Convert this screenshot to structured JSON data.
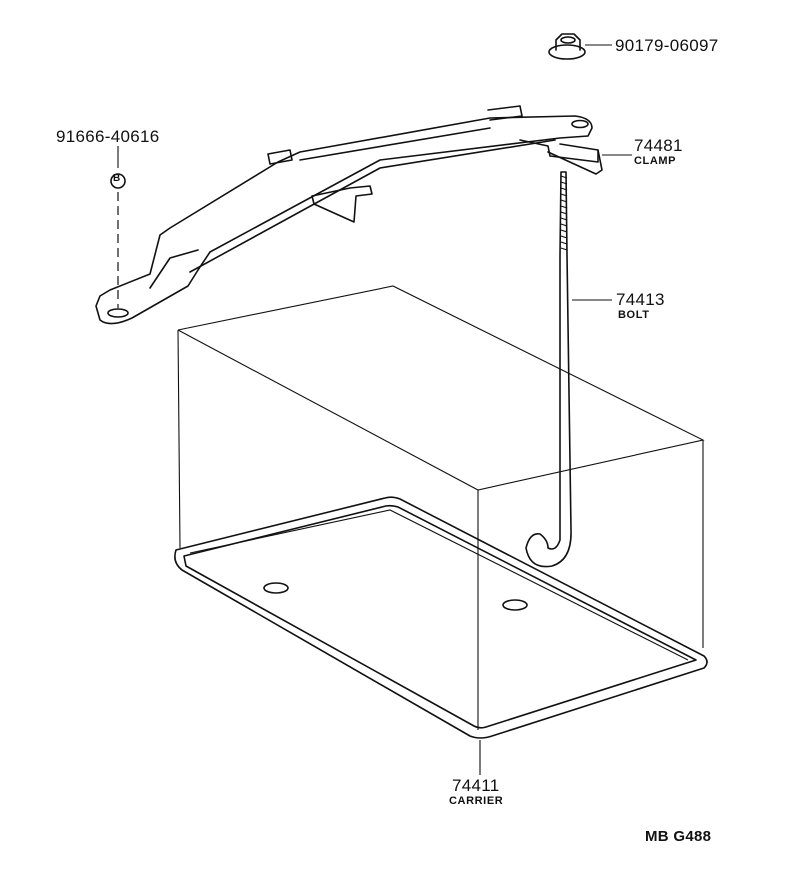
{
  "parts": {
    "nut": {
      "number": "90179-06097"
    },
    "bolt_b": {
      "number": "91666-40616",
      "symbol": "B"
    },
    "clamp": {
      "number": "74481",
      "name": "CLAMP"
    },
    "bolt": {
      "number": "74413",
      "name": "BOLT"
    },
    "carrier": {
      "number": "74411",
      "name": "CARRIER"
    }
  },
  "diagram_code": "MB G488"
}
